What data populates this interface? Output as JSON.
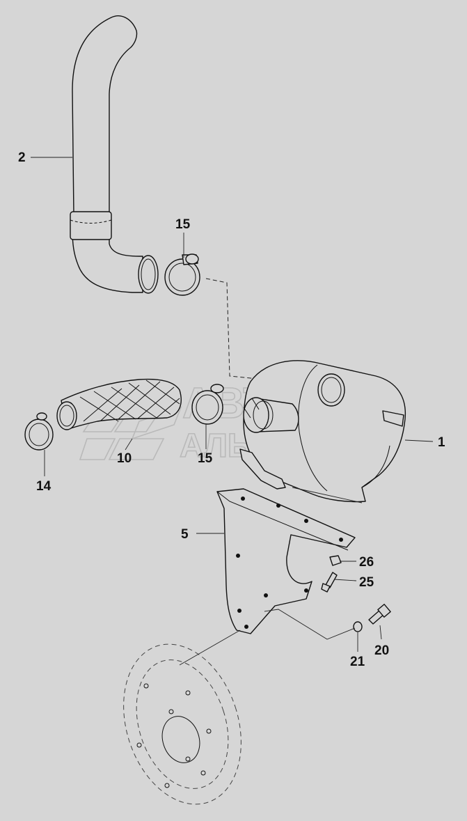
{
  "diagram": {
    "colors": {
      "background": "#d6d6d6",
      "line": "#111111",
      "watermark": "#b9b9b9"
    },
    "watermark": {
      "line1": "АВТО",
      "line2": "АЛЬЯНС"
    },
    "callouts": [
      {
        "key": "hose",
        "label": "2"
      },
      {
        "key": "clamp_top",
        "label": "15"
      },
      {
        "key": "clamp_mid",
        "label": "15"
      },
      {
        "key": "cleaner",
        "label": "1"
      },
      {
        "key": "elbow_hose",
        "label": "10"
      },
      {
        "key": "clamp_left",
        "label": "14"
      },
      {
        "key": "bracket",
        "label": "5"
      },
      {
        "key": "nut_upper",
        "label": "26"
      },
      {
        "key": "bolt_upper",
        "label": "25"
      },
      {
        "key": "bolt_lower",
        "label": "20"
      },
      {
        "key": "nut_lower",
        "label": "21"
      }
    ]
  }
}
